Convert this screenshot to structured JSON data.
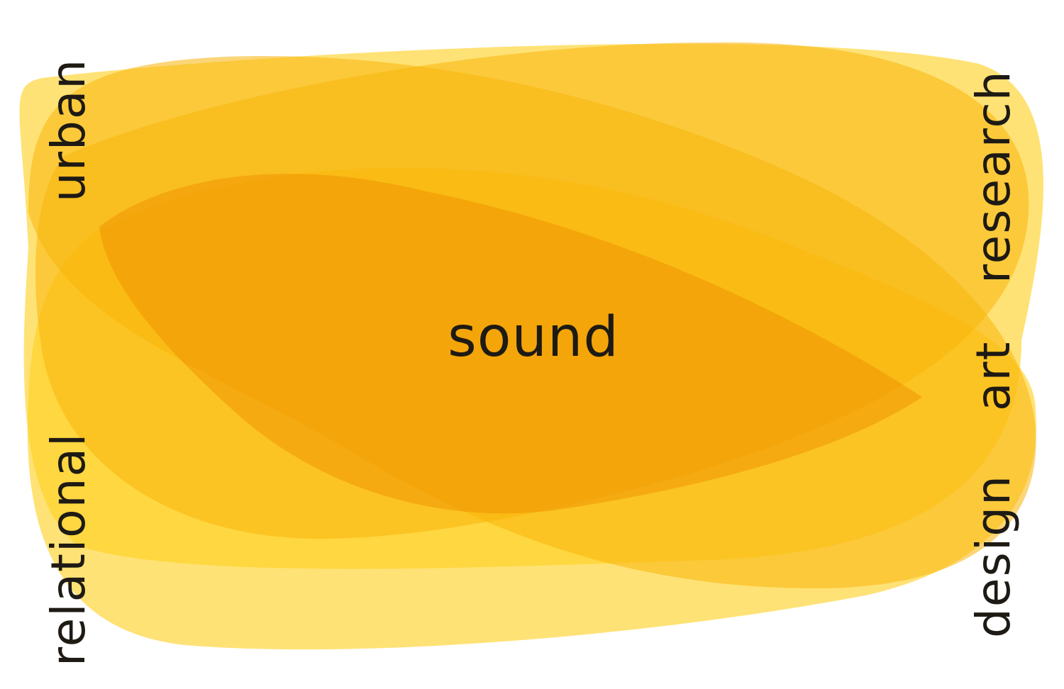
{
  "center": {
    "label": "sound"
  },
  "left": {
    "top": "urban",
    "bottom": "relational"
  },
  "right": {
    "top": "research",
    "middle": "art",
    "bottom": "design"
  },
  "colors": {
    "background": "#ffffff",
    "light_yellow": "#ffd83a",
    "amber": "#f8b40a",
    "orange": "#f19600",
    "text": "#1e1a14"
  }
}
